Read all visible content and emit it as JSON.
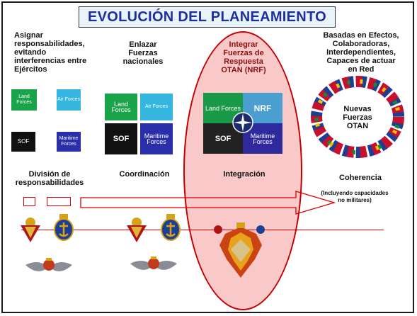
{
  "title": "EVOLUCIÓN DEL PLANEAMIENTO",
  "columns": [
    {
      "header": [
        "Asignar",
        "responsabilidades,",
        "evitando",
        "interferencias entre",
        "Ejércitos"
      ],
      "tiles": [
        "Land Forces",
        "Air Forces",
        "SOF",
        "Maritime Forces"
      ],
      "footer": [
        "División de",
        "responsabilidades"
      ]
    },
    {
      "header": [
        "Enlazar",
        "Fuerzas",
        "nacionales"
      ],
      "tiles": [
        "Land Forces",
        "Air Forces",
        "SOF",
        "Maritime Forces"
      ],
      "footer": [
        "Coordinación"
      ]
    },
    {
      "header": [
        "Integrar",
        "Fuerzas de",
        "Respuesta",
        "OTAN (NRF)"
      ],
      "tiles": [
        "Land Forces",
        "NRF",
        "SOF",
        "Maritime Forces"
      ],
      "footer": [
        "Integración"
      ]
    },
    {
      "header": [
        "Basadas en  Efectos,",
        "Colaboradoras,",
        "Interdependientes,",
        "Capaces de actuar",
        "en Red"
      ],
      "ring_label": [
        "Nuevas",
        "Fuerzas",
        "OTAN"
      ],
      "footer": [
        "Coherencia"
      ],
      "note": [
        "(Incluyendo capacidades",
        "no militares)"
      ]
    }
  ],
  "colors": {
    "title_text": "#1f2f9a",
    "land": "#1aa34a",
    "air": "#35b6e0",
    "sof": "#111111",
    "maritime": "#2a2ea8",
    "oval_fill": "#f06e6e",
    "oval_border": "#c40000"
  }
}
